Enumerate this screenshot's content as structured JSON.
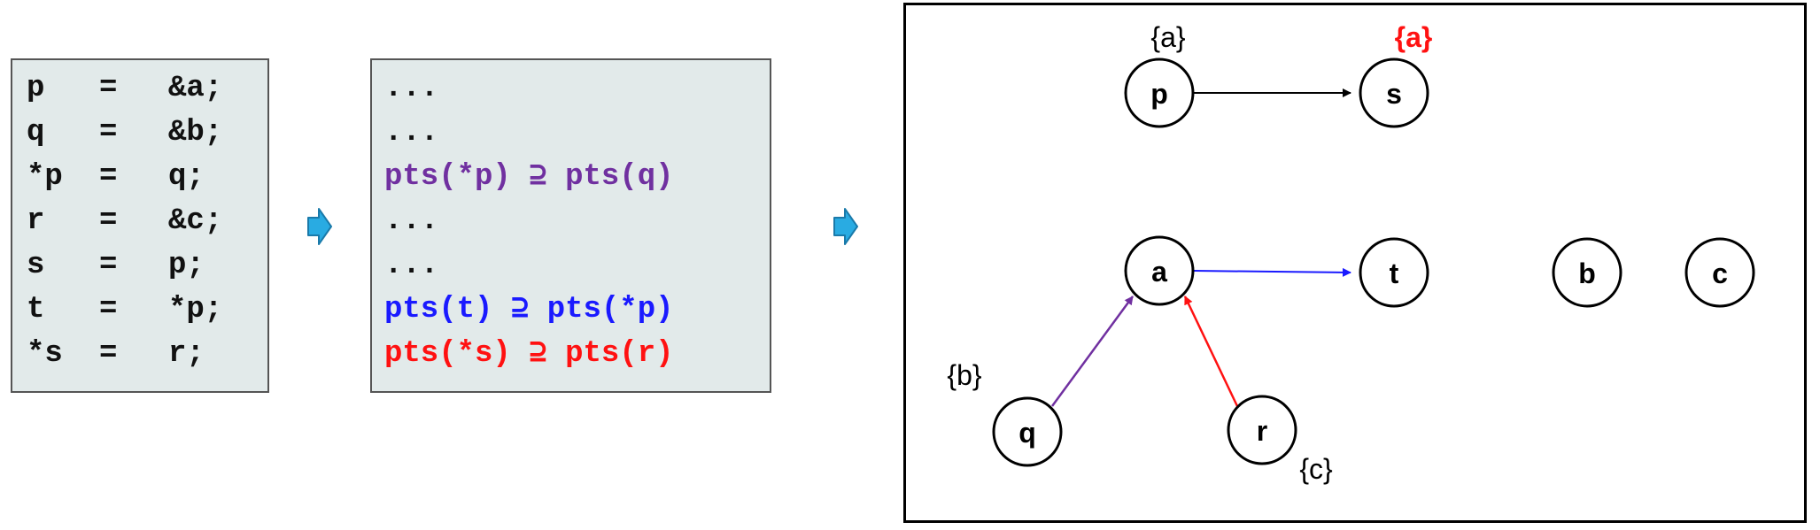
{
  "program": {
    "statements": [
      {
        "lhs": "p",
        "op": "=",
        "rhs": "&a;"
      },
      {
        "lhs": "q",
        "op": "=",
        "rhs": "&b;"
      },
      {
        "lhs": "*p",
        "op": "=",
        "rhs": "q;"
      },
      {
        "lhs": "r",
        "op": "=",
        "rhs": "&c;"
      },
      {
        "lhs": "s",
        "op": "=",
        "rhs": "p;"
      },
      {
        "lhs": "t",
        "op": "=",
        "rhs": "*p;"
      },
      {
        "lhs": "*s",
        "op": "=",
        "rhs": "r;"
      }
    ]
  },
  "constraints": {
    "lines": [
      {
        "text": "...",
        "color": "#111111"
      },
      {
        "text": "...",
        "color": "#111111"
      },
      {
        "text": "pts(*p) ⊇ pts(q)",
        "color": "#7030a0"
      },
      {
        "text": "...",
        "color": "#111111"
      },
      {
        "text": "...",
        "color": "#111111"
      },
      {
        "text": "pts(t) ⊇ pts(*p)",
        "color": "#1a1aff"
      },
      {
        "text": "pts(*s) ⊇ pts(r)",
        "color": "#ff1111"
      }
    ]
  },
  "colors": {
    "arrow": "#29abe2",
    "arrow_border": "#1a7aaa",
    "purple": "#7030a0",
    "blue": "#1a1aff",
    "red": "#ff1111",
    "black": "#000000"
  },
  "graph": {
    "nodes": {
      "p": "p",
      "s": "s",
      "a": "a",
      "t": "t",
      "b": "b",
      "c": "c",
      "q": "q",
      "r": "r"
    },
    "points_to": {
      "p": "{a}",
      "s": "{a}",
      "q": "{b}",
      "r": "{c}"
    },
    "edges": [
      {
        "from": "p",
        "to": "s",
        "color": "black"
      },
      {
        "from": "a",
        "to": "t",
        "color": "blue"
      },
      {
        "from": "q",
        "to": "a",
        "color": "purple"
      },
      {
        "from": "r",
        "to": "a",
        "color": "red"
      }
    ]
  }
}
